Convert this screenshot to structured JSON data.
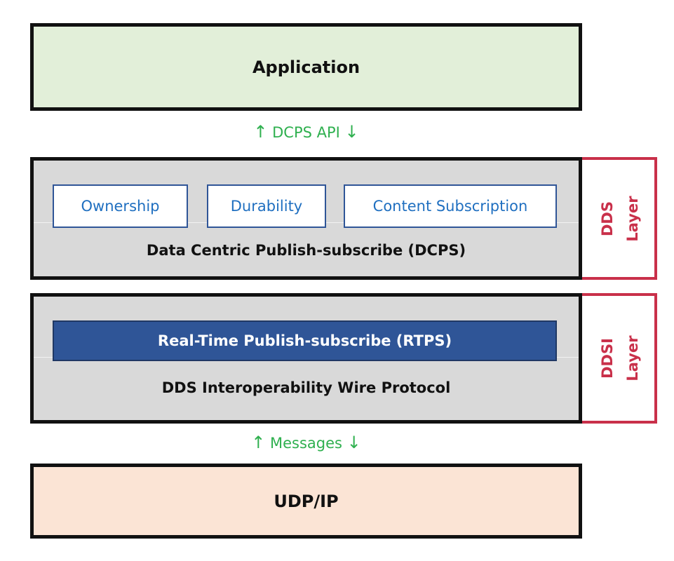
{
  "layers": {
    "application": "Application",
    "dcps": {
      "qos_boxes": [
        "Ownership",
        "Durability",
        "Content Subscription"
      ],
      "label": "Data Centric Publish-subscribe (DCPS)"
    },
    "ddsi": {
      "rtps_label": "Real-Time Publish-subscribe (RTPS)",
      "label": "DDS Interoperability Wire Protocol"
    },
    "transport": "UDP/IP"
  },
  "connectors": {
    "top": {
      "up_arrow": "↑",
      "label": "DCPS API",
      "down_arrow": "↓"
    },
    "bottom": {
      "up_arrow": "↑",
      "label": "Messages",
      "down_arrow": "↓"
    }
  },
  "side_labels": {
    "dds": [
      "DDS",
      "Layer"
    ],
    "ddsi": [
      "DDSI",
      "Layer"
    ]
  },
  "colors": {
    "application_fill": "#e2efd9",
    "transport_fill": "#fbe4d5",
    "layer_fill": "#d9d9d9",
    "rtps_fill": "#2f5597",
    "qos_text": "#1f6fc0",
    "connector_text": "#2fb04f",
    "side_label": "#c9304a"
  }
}
